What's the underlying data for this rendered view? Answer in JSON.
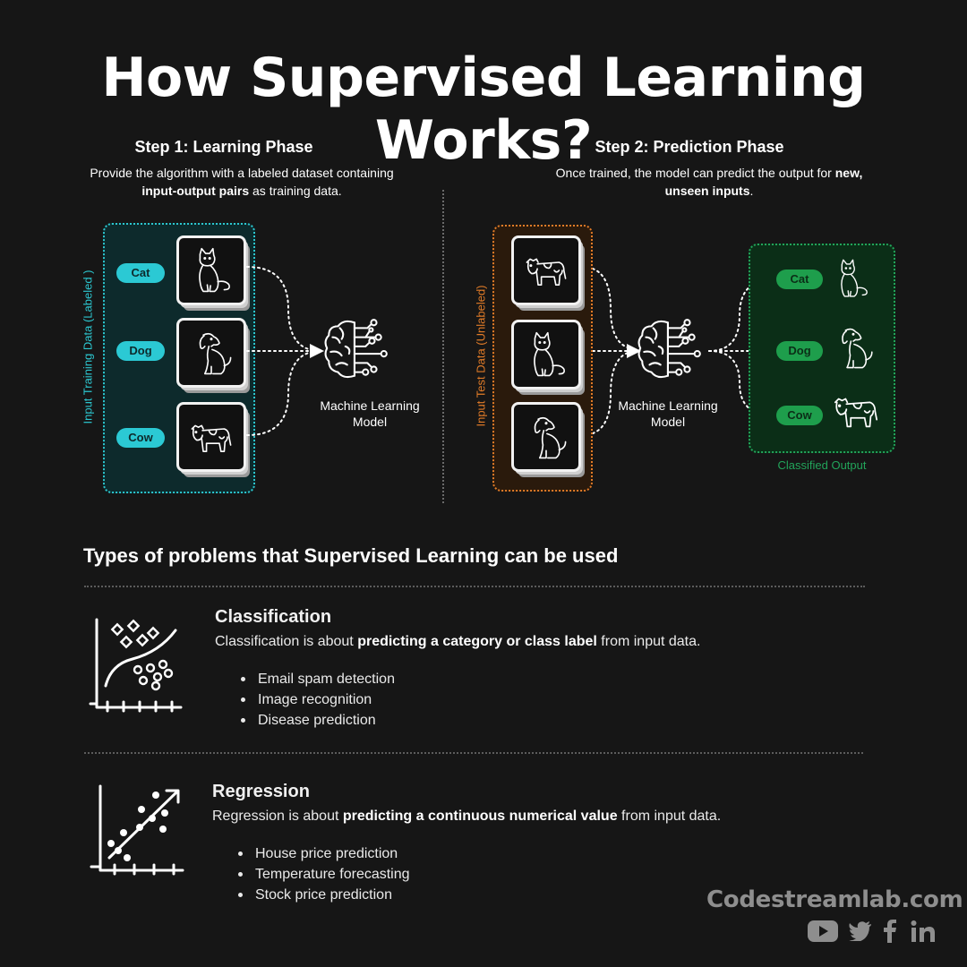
{
  "title": "How Supervised Learning Works?",
  "step1": {
    "title": "Step 1: Learning Phase",
    "desc_line1": "Provide the algorithm with a labeled dataset containing",
    "desc_bold": "input-output pairs",
    "desc_rest": " as training data.",
    "box_label": "Input Training Data (Labeled )",
    "labels": [
      "Cat",
      "Dog",
      "Cow"
    ],
    "model_line1": "Machine Learning",
    "model_line2": "Model"
  },
  "step2": {
    "title": "Step 2: Prediction Phase",
    "desc_plain": "Once trained, the model can predict the output for ",
    "desc_bold1": "new,",
    "desc_bold2": "unseen inputs",
    "desc_end": ".",
    "box_label": "Input Test Data (Unlabeled)",
    "model_line1": "Machine Learning",
    "model_line2": "Model",
    "output_labels": [
      "Cat",
      "Dog",
      "Cow"
    ],
    "output_caption": "Classified Output"
  },
  "types_title": "Types of problems that Supervised Learning can be used",
  "classification": {
    "title": "Classification",
    "desc_plain": "Classification is about ",
    "desc_bold": "predicting a category or class label",
    "desc_end": " from input data.",
    "items": [
      "Email spam detection",
      "Image recognition",
      "Disease prediction"
    ]
  },
  "regression": {
    "title": "Regression",
    "desc_plain": "Regression is about ",
    "desc_bold": "predicting a continuous numerical value",
    "desc_end": " from input data.",
    "items": [
      "House price prediction",
      "Temperature forecasting",
      "Stock price prediction"
    ]
  },
  "brand": "Codestreamlab.com",
  "social_icons": [
    "youtube-icon",
    "twitter-icon",
    "facebook-icon",
    "linkedin-icon"
  ],
  "colors": {
    "training": "#2cc6cf",
    "test": "#e07b28",
    "output": "#22a45a",
    "background": "#161616"
  }
}
